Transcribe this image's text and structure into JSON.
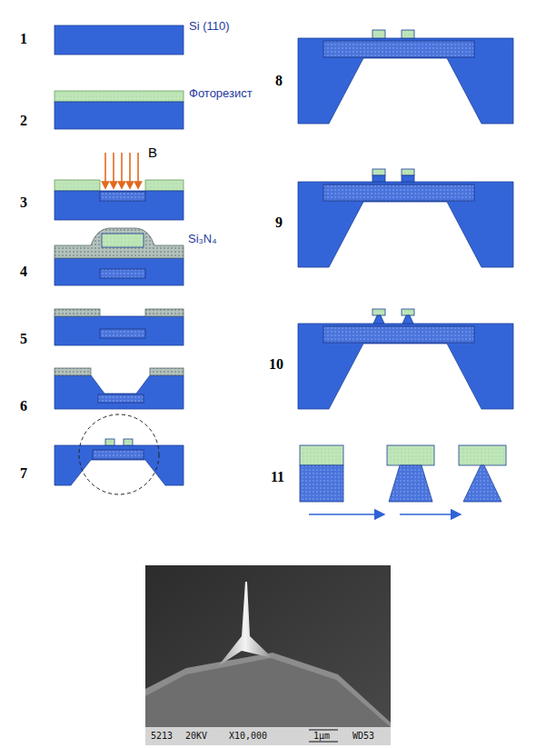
{
  "diagram": {
    "labels": [
      "1",
      "Si (110)",
      "8",
      "2",
      "Фоторезист",
      "9",
      "3",
      "B",
      "4",
      "Si₃N₄",
      "10",
      "5",
      "6",
      "7",
      "11",
      "5213",
      "20KV",
      "X10,000",
      "1μm",
      "WD53"
    ]
  }
}
